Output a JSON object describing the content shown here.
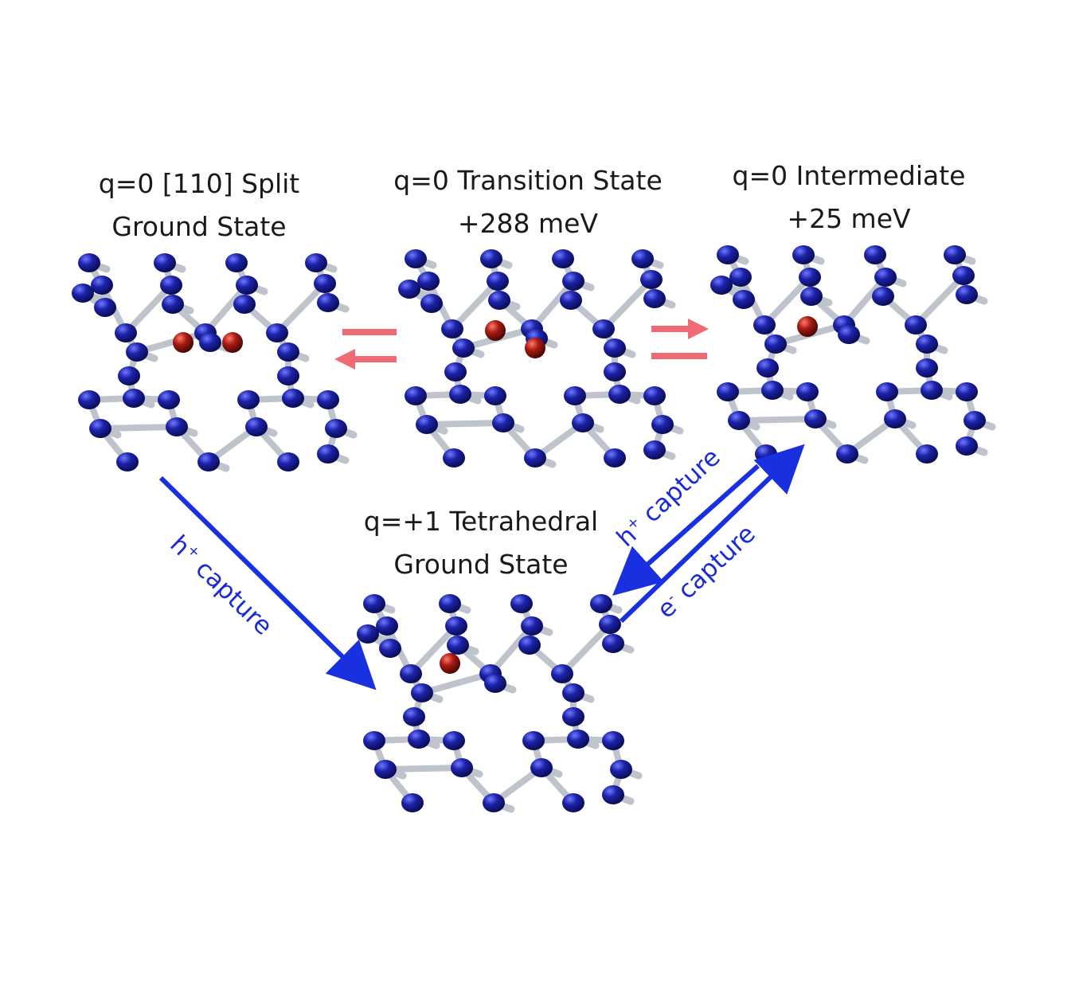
{
  "colors": {
    "atom_blue": "#1b22a8",
    "atom_red": "#a81a12",
    "bond": "#bfc3cc",
    "equilibrium_arrow": "#f06a74",
    "capture_arrow": "#1830e0",
    "capture_text": "#1a2bd6"
  },
  "structures": {
    "split": {
      "line1": "q=0 [110] Split",
      "line2": "Ground State"
    },
    "transition": {
      "line1": "q=0 Transition State",
      "line2": "+288 meV"
    },
    "intermediate": {
      "line1": "q=0 Intermediate",
      "line2": "+25 meV"
    },
    "tetrahedral": {
      "line1": "q=+1 Tetrahedral",
      "line2": "Ground State"
    }
  },
  "captures": {
    "split_to_tetrahedral": {
      "carrier": "h",
      "charge": "+",
      "word": "capture"
    },
    "intermediate_to_tetrahedral": {
      "carrier": "h",
      "charge": "+",
      "word": "capture"
    },
    "tetrahedral_to_intermediate": {
      "carrier": "e",
      "charge": "-",
      "word": "capture"
    }
  }
}
